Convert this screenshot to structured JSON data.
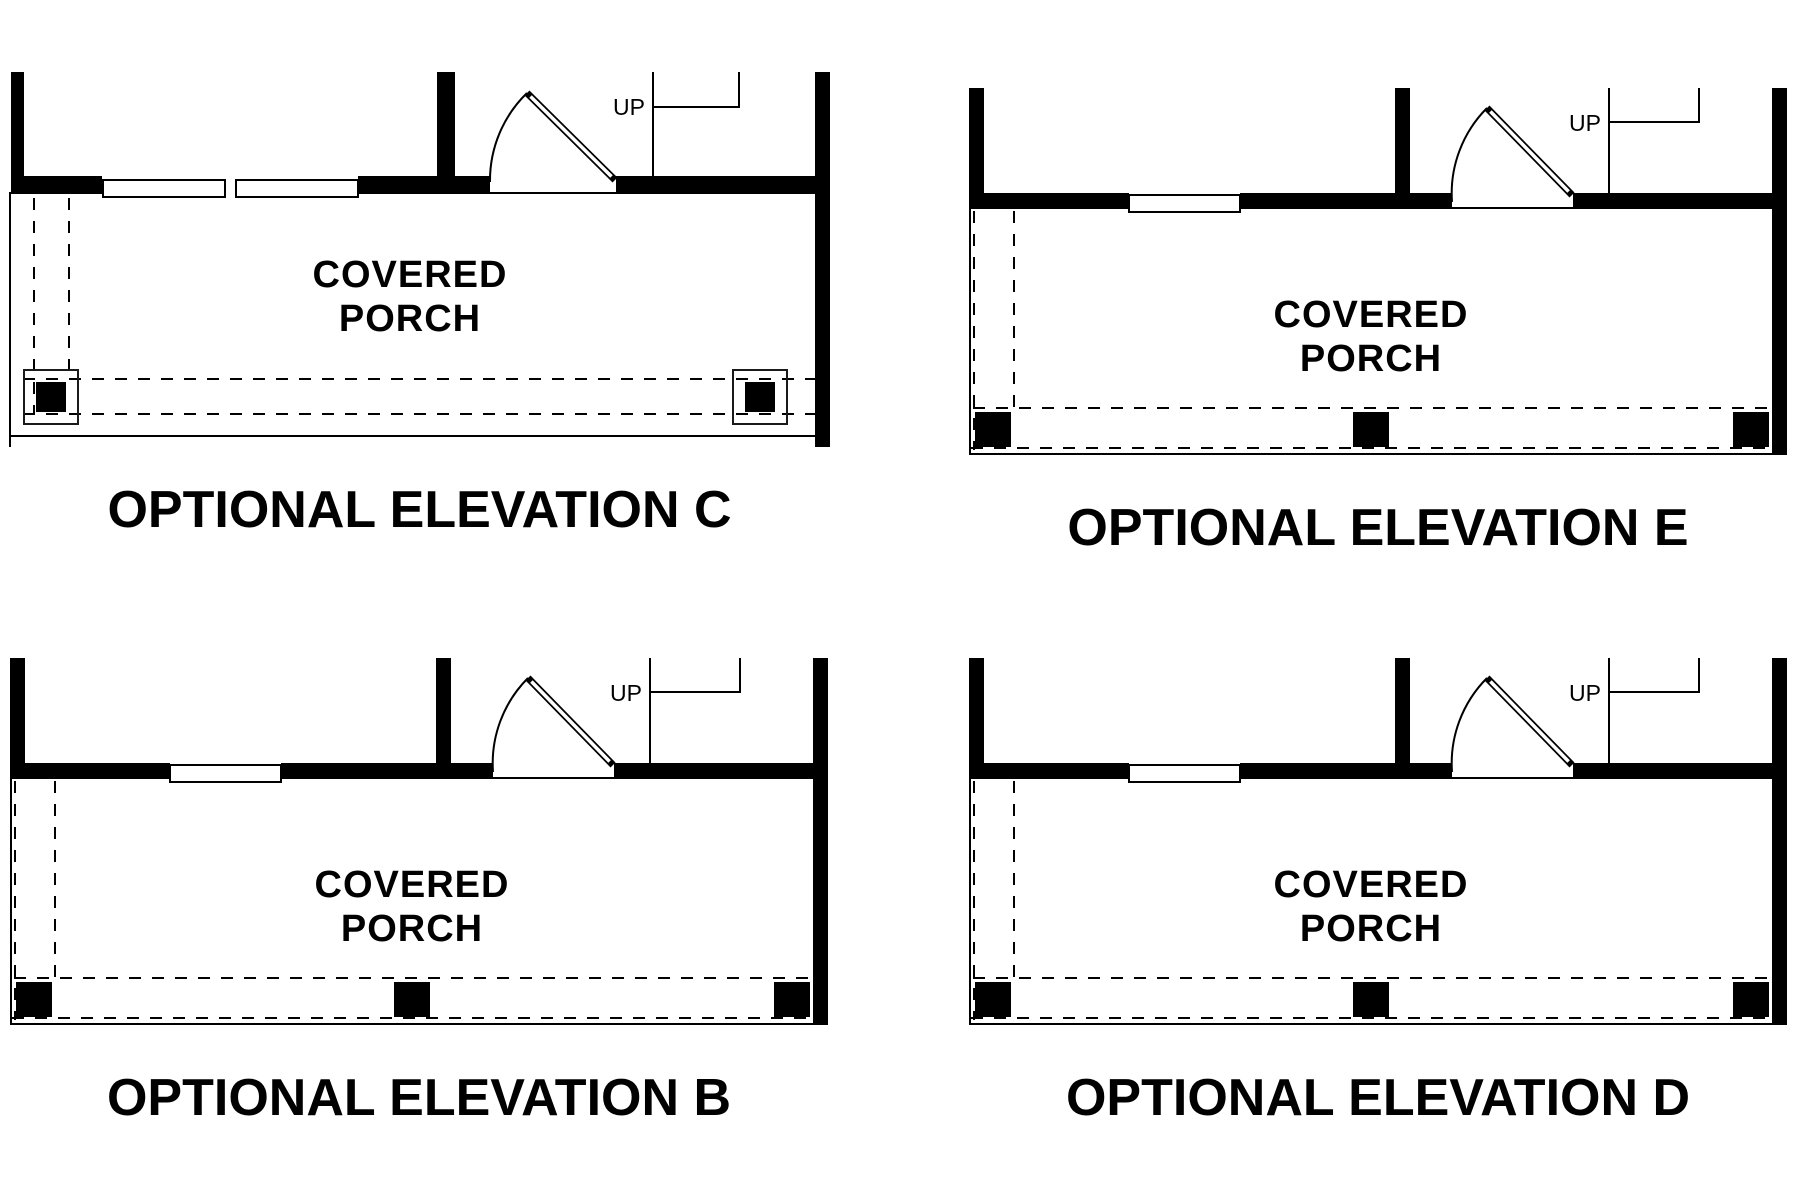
{
  "document": {
    "type": "floor-plan-options-sheet",
    "background_color": "#ffffff",
    "line_color": "#000000",
    "room_name": "COVERED PORCH"
  },
  "elevations": [
    {
      "id": "C",
      "title": "OPTIONAL ELEVATION C",
      "room_line1": "COVERED",
      "room_line2": "PORCH",
      "up_label": "UP",
      "window_count": 2,
      "post_count": 2,
      "post_style": "boxed-footing"
    },
    {
      "id": "E",
      "title": "OPTIONAL ELEVATION E",
      "room_line1": "COVERED",
      "room_line2": "PORCH",
      "up_label": "UP",
      "window_count": 1,
      "post_count": 3,
      "post_style": "solid"
    },
    {
      "id": "B",
      "title": "OPTIONAL ELEVATION B",
      "room_line1": "COVERED",
      "room_line2": "PORCH",
      "up_label": "UP",
      "window_count": 1,
      "post_count": 3,
      "post_style": "solid"
    },
    {
      "id": "D",
      "title": "OPTIONAL ELEVATION D",
      "room_line1": "COVERED",
      "room_line2": "PORCH",
      "up_label": "UP",
      "window_count": 1,
      "post_count": 3,
      "post_style": "solid"
    }
  ]
}
